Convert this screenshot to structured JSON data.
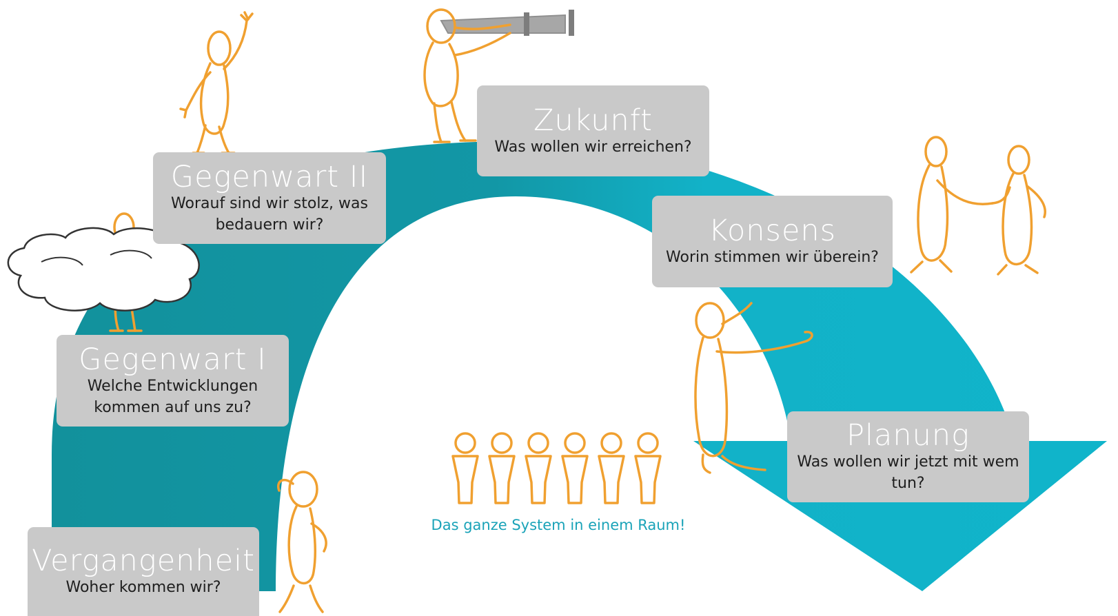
{
  "phases": {
    "vergangenheit": {
      "title": "Vergangenheit",
      "question": "Woher kommen wir?"
    },
    "gegenwart1": {
      "title": "Gegenwart I",
      "question": "Welche Entwicklungen kommen auf uns zu?"
    },
    "gegenwart2": {
      "title": "Gegenwart II",
      "question": "Worauf sind wir stolz, was bedauern wir?"
    },
    "zukunft": {
      "title": "Zukunft",
      "question": "Was wollen wir erreichen?"
    },
    "konsens": {
      "title": "Konsens",
      "question": "Worin stimmen wir überein?"
    },
    "planung": {
      "title": "Planung",
      "question": "Was wollen wir jetzt mit wem tun?"
    }
  },
  "center": {
    "tagline": "Das ganze System in einem Raum!"
  },
  "colors": {
    "arc_dark": "#12919c",
    "arc_light": "#12b2c8",
    "figure_stroke": "#f0a030",
    "box_fill": "#c9c9c9",
    "tagline": "#1aa3b8"
  },
  "icons": [
    "waving-person-icon",
    "telescope-person-icon",
    "handshake-icon",
    "cloud-icon",
    "thinking-person-icon",
    "pointing-person-icon",
    "people-group-icon"
  ]
}
